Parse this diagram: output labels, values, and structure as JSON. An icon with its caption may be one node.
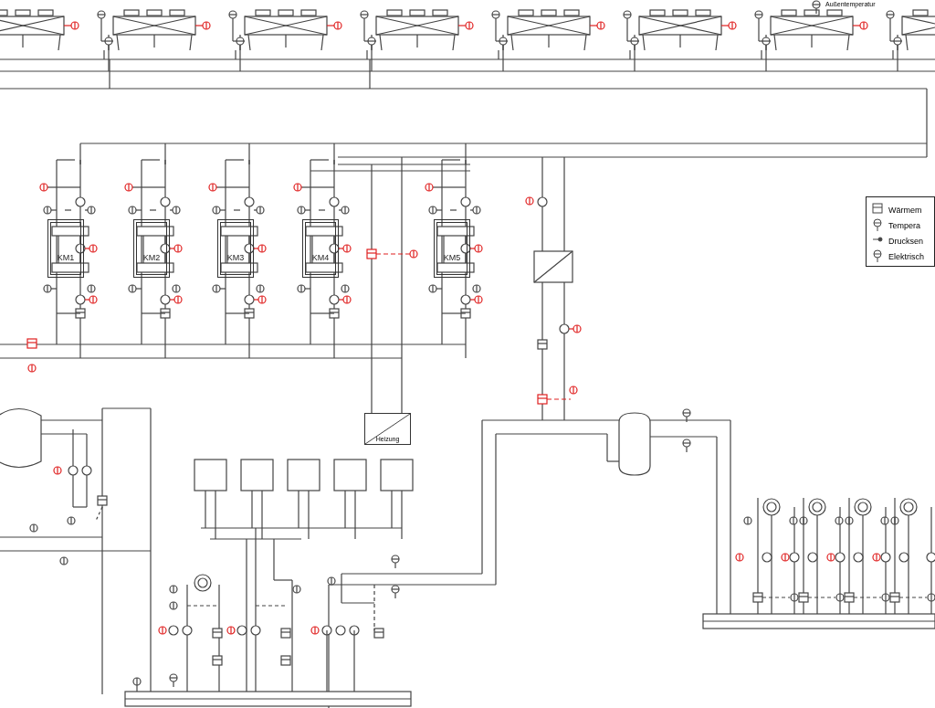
{
  "diagram": {
    "nodes": [
      {
        "text": [
          "KM1"
        ]
      },
      {
        "text": [
          "KM2"
        ]
      },
      {
        "text": [
          "KM3"
        ]
      },
      {
        "text": [
          "KM4"
        ]
      },
      {
        "text": [
          "KM5"
        ]
      },
      {
        "text": [
          "Heizung"
        ]
      }
    ],
    "labels": [
      "Außentemperatur"
    ],
    "legend": [
      {
        "text": "Wärmem"
      },
      {
        "text": "Tempera"
      },
      {
        "text": "Drucksen"
      },
      {
        "text": "Elektrisch"
      }
    ]
  }
}
